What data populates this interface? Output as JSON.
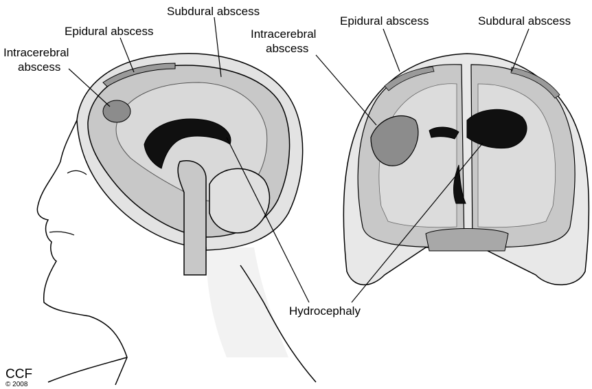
{
  "labels": {
    "sagittal_intracerebral_1": "Intracerebral",
    "sagittal_intracerebral_2": "abscess",
    "sagittal_epidural": "Epidural abscess",
    "sagittal_subdural": "Subdural abscess",
    "coronal_intracerebral_1": "Intracerebral",
    "coronal_intracerebral_2": "abscess",
    "coronal_epidural": "Epidural abscess",
    "coronal_subdural": "Subdural abscess",
    "hydrocephaly": "Hydrocephaly"
  },
  "credit": {
    "org": "CCF",
    "year": "© 2008"
  },
  "colors": {
    "skin": "#ffffff",
    "scalp": "#e3e3e3",
    "brain": "#c8c8c8",
    "white_matter": "#d9d9d9",
    "abscess": "#8c8c8c",
    "ventricle": "#101010",
    "outline": "#000000"
  }
}
